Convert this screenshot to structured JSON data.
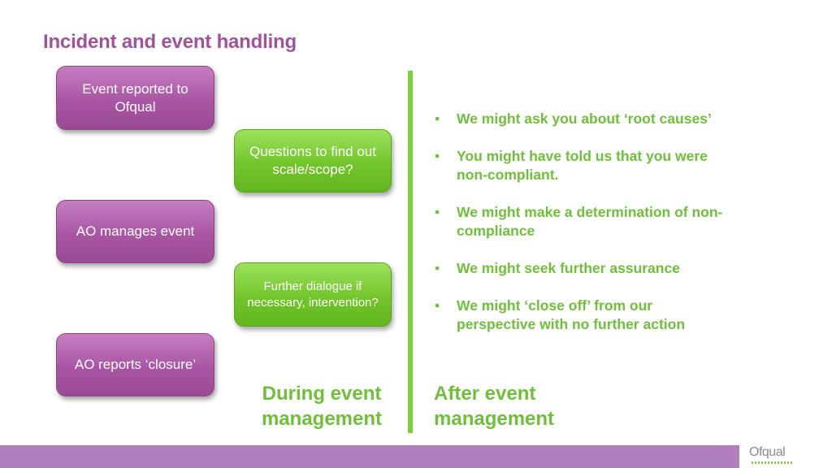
{
  "title": "Incident and event handling",
  "purple_boxes": [
    {
      "text": "Event reported to Ofqual"
    },
    {
      "text": "AO manages event"
    },
    {
      "text": "AO reports ‘closure’"
    }
  ],
  "green_boxes": [
    {
      "text": "Questions to find out scale/scope?"
    },
    {
      "text": "Further dialogue if necessary, intervention?"
    }
  ],
  "after_bullets": [
    "We might ask you about ‘root causes’",
    "You might have told us that you were non-compliant.",
    "We might make a determination of non-compliance",
    "We might seek further assurance",
    "We might ‘close off’ from our perspective with no further action"
  ],
  "labels": {
    "during": "During event management",
    "after": "After event management"
  },
  "logo": {
    "text": "Ofqual"
  },
  "colors": {
    "title": "#a0529c",
    "purple": "#a955a3",
    "green": "#72c52c",
    "green_text": "#6fbf3b",
    "footer": "#b27fbd"
  }
}
